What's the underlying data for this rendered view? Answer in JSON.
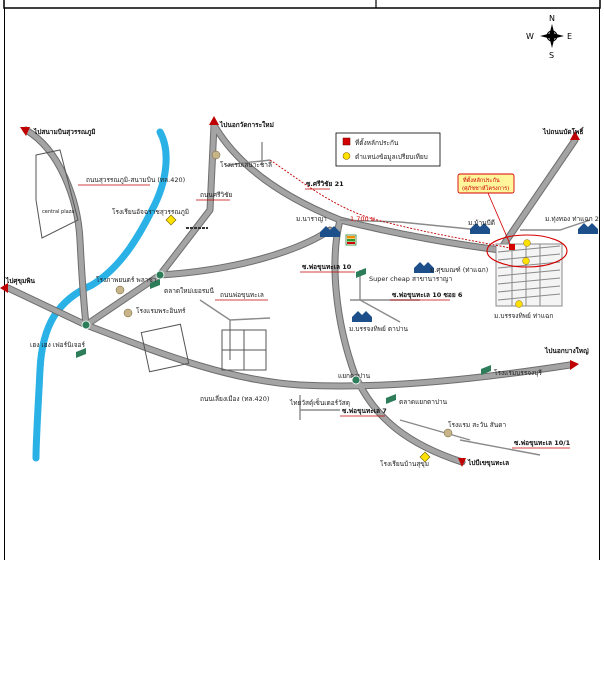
{
  "compass": {
    "n": "N",
    "s": "S",
    "e": "E",
    "w": "W"
  },
  "legend": {
    "office": "ที่ตั้งหลักประกัน",
    "compare": "ตำแหน่งข้อมูลเปรียบเทียบ"
  },
  "callout": {
    "line1": "ที่ตั้งหลักประกัน",
    "line2": "(ศุภัชชาห์โครงการ)"
  },
  "directions": {
    "to_suvarnabhumi": "ไปสนามบินสุวรรณภูมิ",
    "to_ladkrabang_hosp": "ไปนอกวัดการะใหม่",
    "to_bang_phli": "ไปถนนบัดโพธิ์",
    "to_phuphan": "ไปศุขุมพิน",
    "to_bangpu": "ไปนอกบางใหญ่",
    "to_bangkhun": "ไปบีเขขุนทะเล"
  },
  "roads": {
    "road_lak": "ถนนสุวรรณภูมิ-สนามบิน (ทล.420)",
    "road_sri": "ถนนศรีวิชัย",
    "road_thepa": "ถนนพ่อขุนทะเล",
    "road_main": "ถนนเลี่ยงเมือง (ทล.420)",
    "soi_sri21": "ซ.ศรีวิชัย 21",
    "soi_phokhun10": "ซ.พ่อขุนทะเล 10",
    "soi_phokhun10_6": "ซ.พ่อขุนทะเล 10 ซอย 6",
    "soi_phokhun7": "ซ.พ่อขุนทะเล 7",
    "soi_phokhun10_1": "ซ.พ่อขุนทะเล 10/1",
    "distance": "1,700 ม."
  },
  "places": {
    "central": "central plaza",
    "school_suan": "โรงเรียนอัจฉราชสุวรรณภูมิ",
    "hotel_saengthai": "โรงแรมเสนาะชาลี",
    "market_big": "ตลาดใหม่เยอรมนี",
    "cinema": "โรงภาพยนตร์ พลาซ่า",
    "hotel_wangthai": "โรงแรมพระอินทร์",
    "fr_hengheng": "เฮง เฮง เฟอร์นิเจอร์",
    "mb_narai": "ม.นาราญา",
    "supercheap": "Super cheap สาขานาราญา",
    "mb_sukhumvit": "ม.ศุขมณฑ์ (ท่าแฉก)",
    "mb_banbudee": "ม.บ้านบีดี",
    "mb_thunthong": "ม.ทุ่งทอง ท่าแฉก 2",
    "mb_banrong": "ม.บรรจงทิพย์ ท่าแฉก",
    "mb_banrong2": "ม.บรรจงทิพย์ ตาปาน",
    "talad_name": "แยกตาปาน",
    "homepro": "ไทยวัสดุ์เซ็นเตอร์วัสดุ",
    "talad_market": "ตลาดแยกตาปาน",
    "hotel_bunrong": "โรงแรมบรรจงบุรี",
    "hotel_spa": "โรงแรม สะวัน สันดา",
    "school_bansuan": "โรงเรียนบ้านสุขุม"
  },
  "colors": {
    "road": "#a4a4a4",
    "road_edge": "#6d6d6d",
    "river": "#2ab1e6",
    "label_red": "#c00000",
    "marker_red": "#d40000",
    "marker_yellow": "#ffe100",
    "house": "#1d4f8a"
  }
}
